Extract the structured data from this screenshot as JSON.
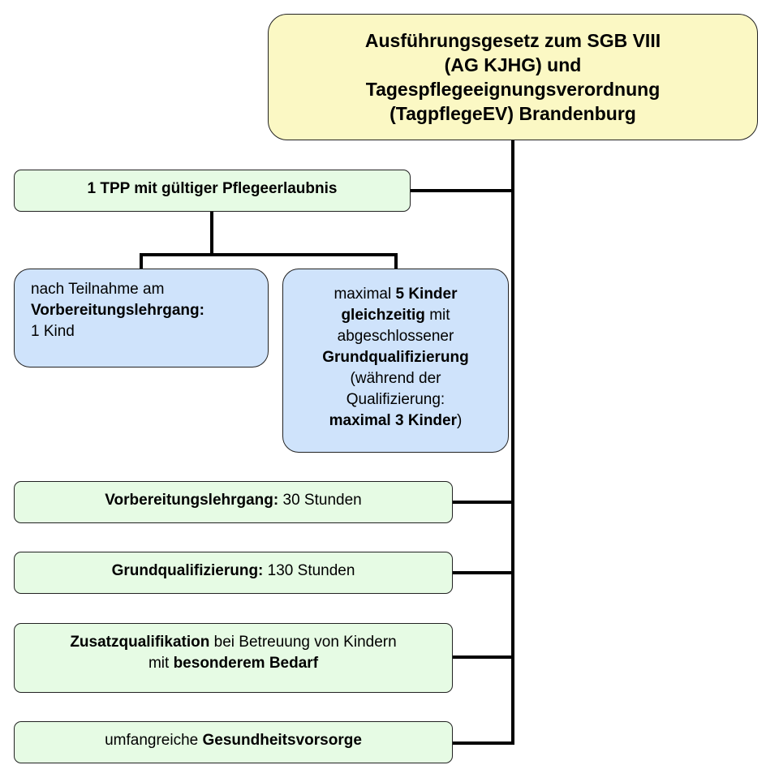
{
  "title": {
    "line1": "Ausführungsgesetz zum SGB VIII",
    "line2": "(AG KJHG) und",
    "line3": "Tagespflegeeignungsverordnung",
    "line4": "(TagpflegeEV) Brandenburg"
  },
  "tpp": {
    "label": "1 TPP mit gültiger Pflegeerlaubnis"
  },
  "option_one": {
    "pre": "nach Teilnahme am",
    "bold": "Vorbereitungslehrgang:",
    "post": "1 Kind"
  },
  "option_five": {
    "l1_pre": "maximal ",
    "l1_bold": "5 Kinder",
    "l2_bold": "gleichzeitig",
    "l2_post": " mit",
    "l3": "abgeschlossener",
    "l4_bold": "Grundqualifizierung",
    "l5": "(während  der",
    "l6": "Qualifizierung:",
    "l7_bold": "maximal 3 Kinder",
    "l7_post": ")"
  },
  "vorbereitung": {
    "bold": "Vorbereitungslehrgang:",
    "rest": " 30 Stunden"
  },
  "grundqual": {
    "bold": "Grundqualifizierung:",
    "rest": " 130 Stunden"
  },
  "zusatz": {
    "bold1": "Zusatzqualifikation",
    "text1": " bei Betreuung von Kindern",
    "text2": "mit ",
    "bold2": "besonderem Bedarf"
  },
  "gesundheit": {
    "pre": "umfangreiche ",
    "bold": "Gesundheitsvorsorge"
  }
}
